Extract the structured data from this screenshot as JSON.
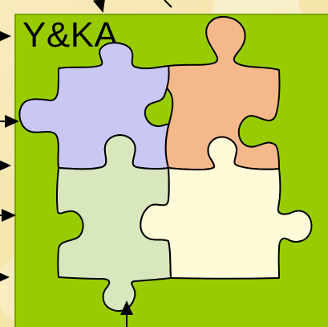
{
  "title": "Y&KA",
  "colors": {
    "panel": "#99cc00",
    "background": "#f6e7b1",
    "piece_top_left": "#c9c7f4",
    "piece_top_right": "#f5b88a",
    "piece_bottom_left": "#d8e7bd",
    "piece_bottom_right": "#fffbd8",
    "outline": "#000000"
  },
  "pieces": [
    {
      "id": "top-left",
      "color_key": "piece_top_left"
    },
    {
      "id": "top-right",
      "color_key": "piece_top_right"
    },
    {
      "id": "bottom-left",
      "color_key": "piece_bottom_left"
    },
    {
      "id": "bottom-right",
      "color_key": "piece_bottom_right"
    }
  ],
  "arrows": {
    "count_left": 5,
    "count_top": 1,
    "count_bottom": 1
  }
}
